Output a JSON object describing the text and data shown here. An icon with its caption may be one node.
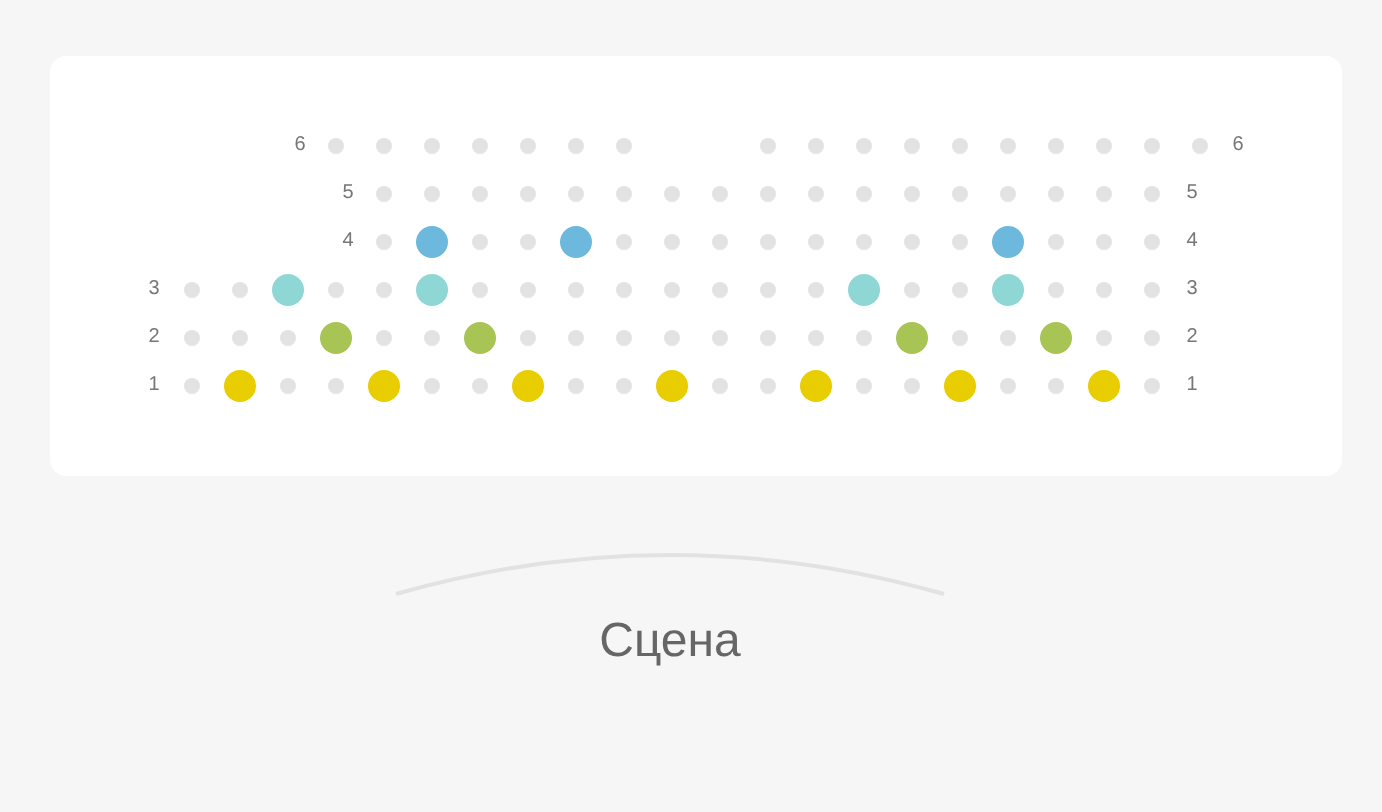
{
  "diagram": {
    "labels": [
      "6",
      "6",
      "5",
      "5",
      "4",
      "4",
      "3",
      "3",
      "2",
      "2",
      "1",
      "1",
      "Сцена"
    ]
  }
}
